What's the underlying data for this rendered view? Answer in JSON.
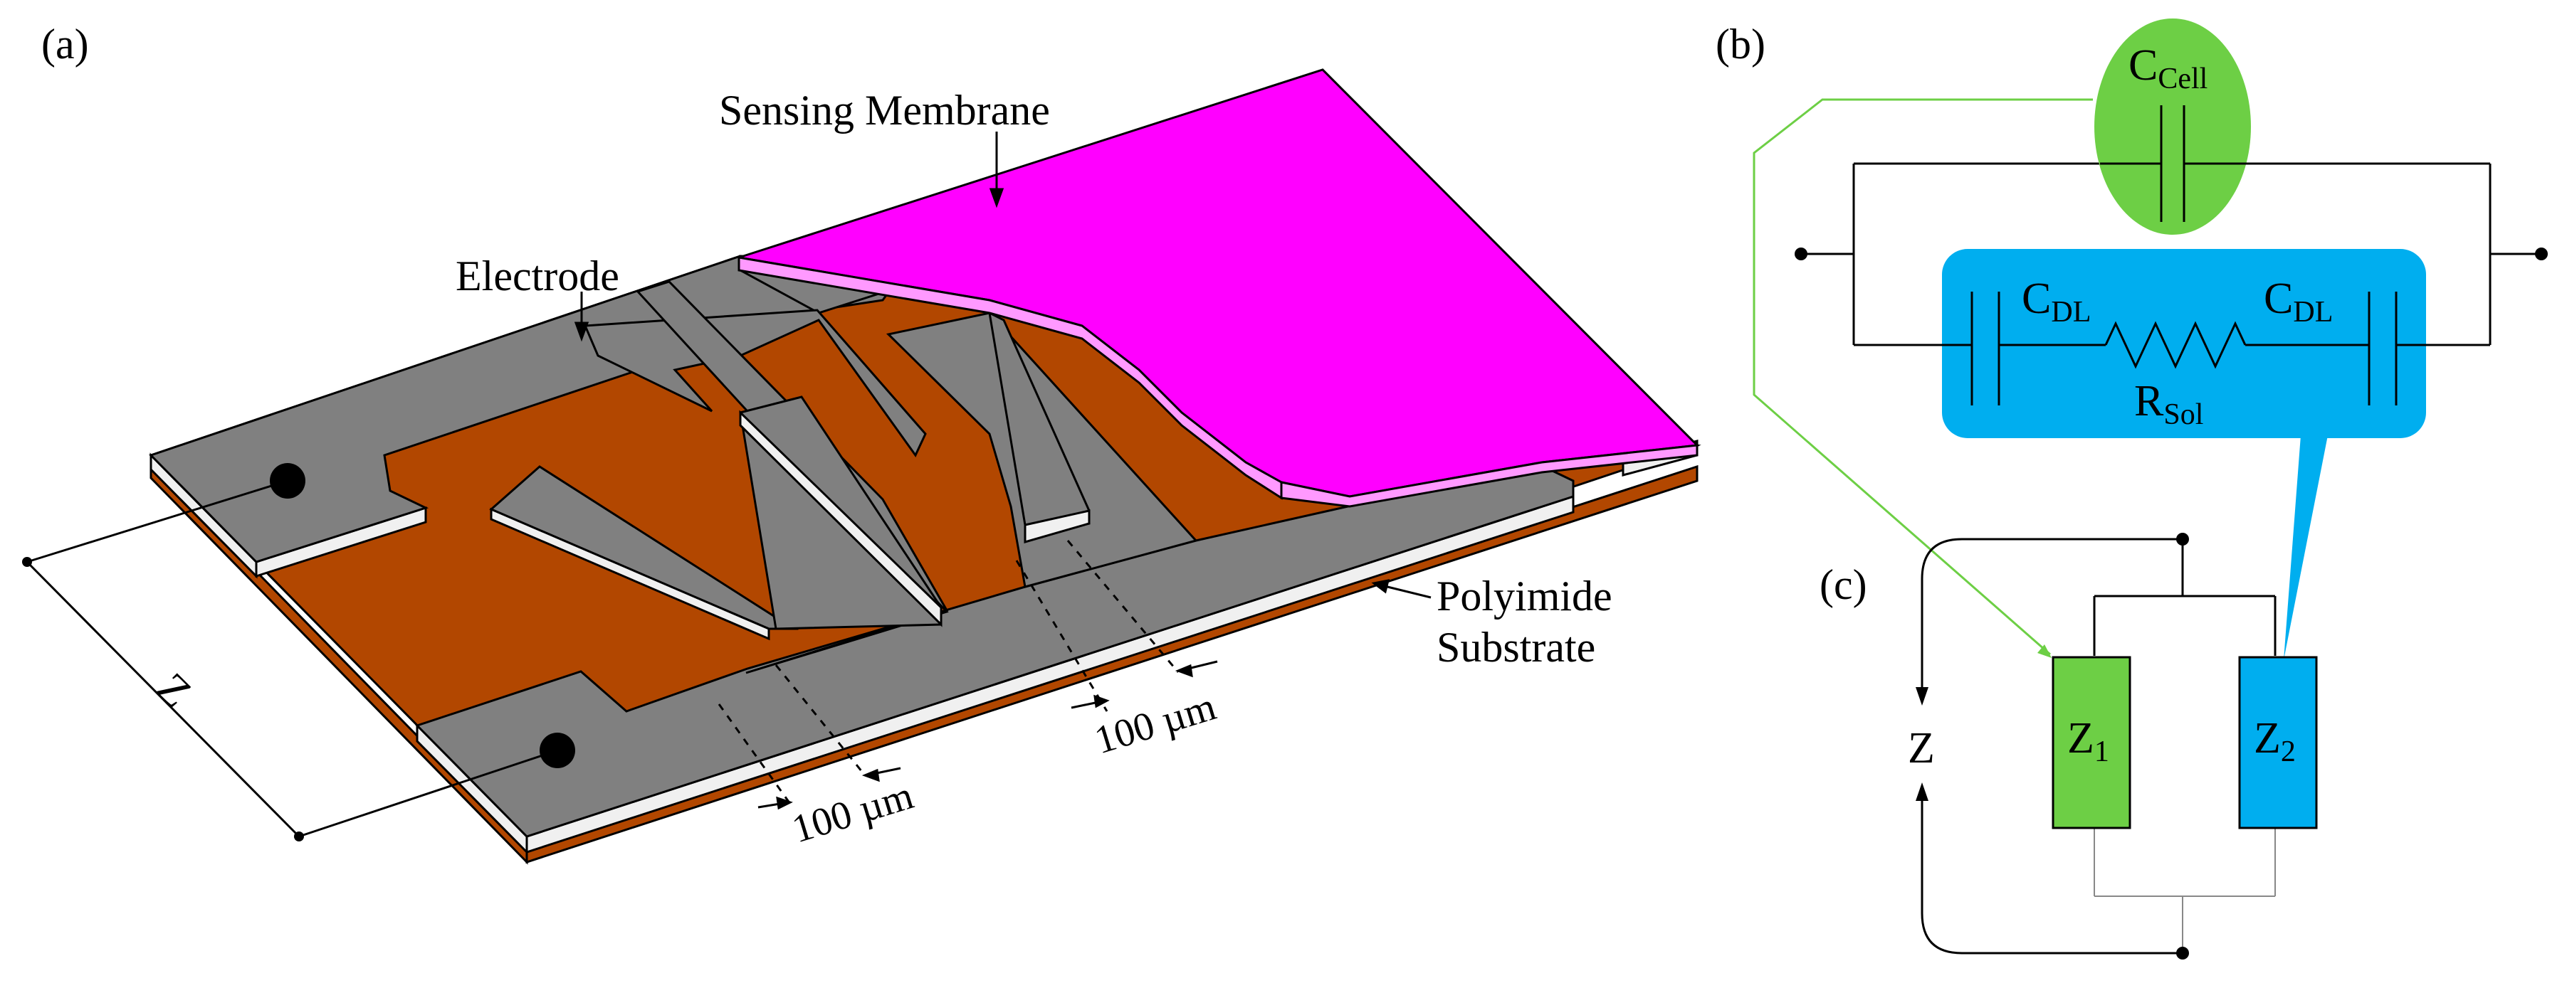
{
  "panels": {
    "a": "(a)",
    "b": "(b)",
    "c": "(c)"
  },
  "device": {
    "sensing_membrane": "Sensing Membrane",
    "electrode": "Electrode",
    "substrate_line1": "Polyimide",
    "substrate_line2": "Substrate",
    "impedance": "Z",
    "dim_1": "100 µm",
    "dim_2": "100 µm"
  },
  "circuit": {
    "c_main": "C",
    "c_cell_sub": "Cell",
    "c_dl_main": "C",
    "c_dl_sub": "DL",
    "r_main": "R",
    "r_sub": "Sol"
  },
  "equivalent": {
    "z": "Z",
    "z_main": "Z",
    "z1_sub": "1",
    "z2_sub": "2"
  },
  "colors": {
    "electrode": "#808080",
    "electrode_side": "#f0f0f0",
    "substrate": "#b24700",
    "membrane": "#ff00ff",
    "membrane_edge": "#ff99ff",
    "c_cell_ellipse": "#6dcf45",
    "dl_box": "#00aeef",
    "z1": "#6dcf45",
    "z2": "#00aeef"
  }
}
